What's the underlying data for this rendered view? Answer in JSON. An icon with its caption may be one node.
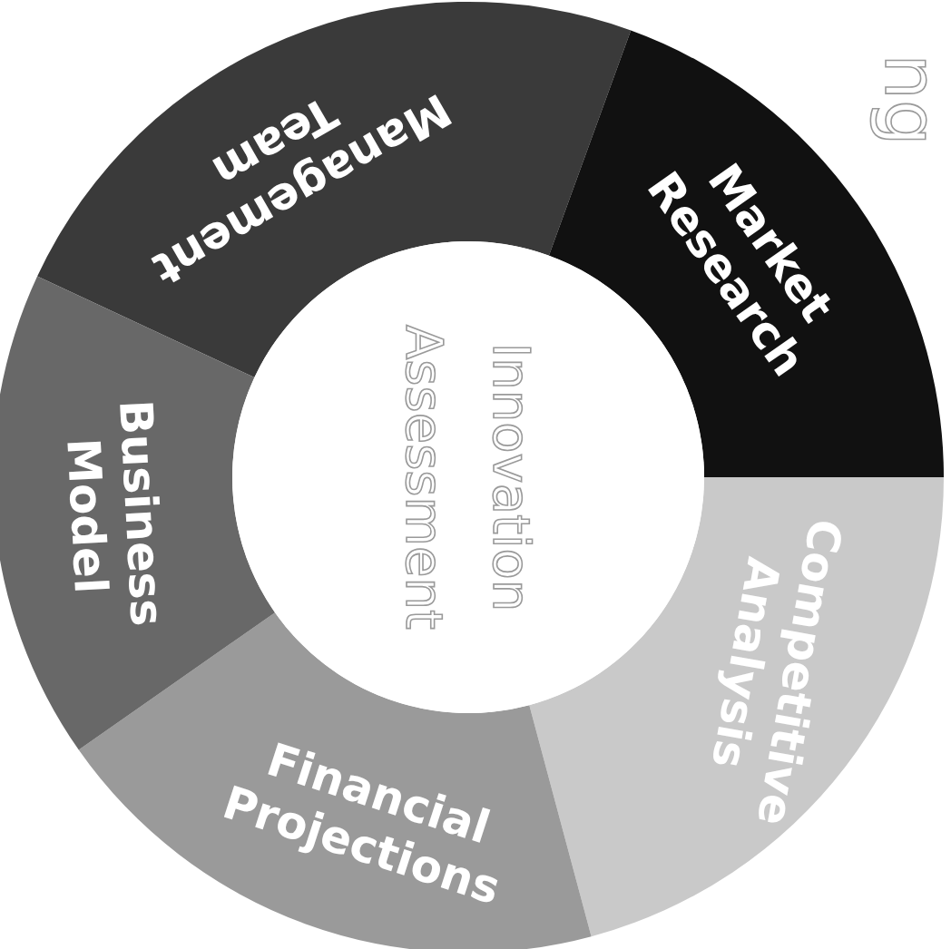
{
  "diagram": {
    "nodes": [
      {
        "text": [
          "Management Team"
        ]
      },
      {
        "text": [
          "Market Research"
        ]
      },
      {
        "text": [
          "Competitive Analysis"
        ]
      },
      {
        "text": [
          "Financial Projections"
        ]
      },
      {
        "text": [
          "Business Model"
        ]
      },
      {
        "text": [
          "Innovation Assessment"
        ]
      }
    ],
    "labels": [
      "ng"
    ]
  }
}
